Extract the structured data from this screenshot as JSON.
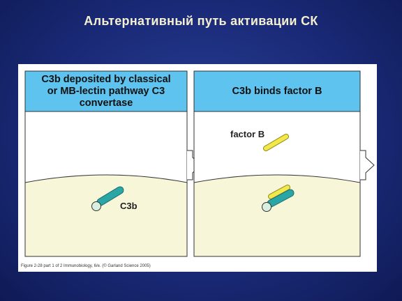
{
  "slide": {
    "title": "Альтернативный путь активации СК"
  },
  "figure": {
    "panels": [
      {
        "heading": "C3b deposited by classical\nor MB-lectin pathway C3\nconvertase",
        "labels": [
          "C3b"
        ]
      },
      {
        "heading": "C3b binds factor B",
        "labels": [
          "factor B"
        ]
      }
    ],
    "caption": "Figure 2-28 part 1 of 2 Immunobiology, 6/e. (© Garland Science 2005)"
  },
  "colors": {
    "header_blue": "#5ec3ee",
    "membrane": "#f8f6d8",
    "c3b_teal": "#2aa6a6",
    "factor_b_yellow": "#f2e84a"
  }
}
